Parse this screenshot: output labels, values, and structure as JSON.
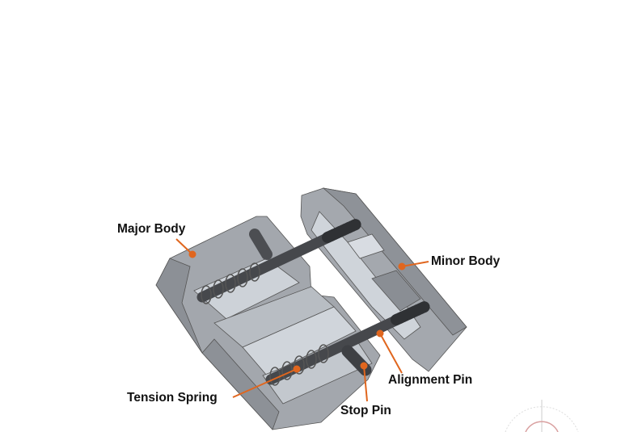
{
  "labels": {
    "major_body": "Major Body",
    "minor_body": "Minor Body",
    "alignment_pin": "Alignment Pin",
    "stop_pin": "Stop Pin",
    "tension_spring": "Tension Spring"
  },
  "colors": {
    "leader": "#e0661e",
    "body_fill": "#a9adb3",
    "body_light": "#cdd2d8",
    "pin": "#4a4c50"
  }
}
